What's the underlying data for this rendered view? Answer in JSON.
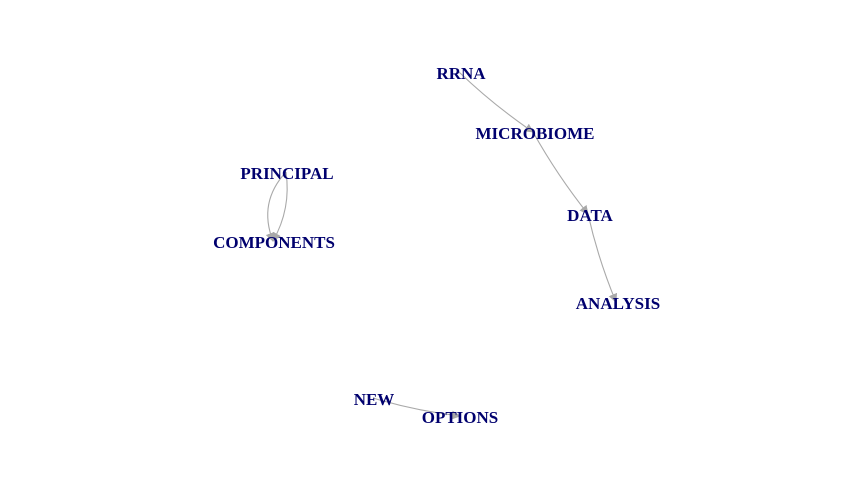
{
  "colors": {
    "node_label": "#00006e",
    "edge": "#a9a9a9",
    "background": "#ffffff"
  },
  "nodes": [
    {
      "id": "rrna",
      "label": "RRNA"
    },
    {
      "id": "microbiome",
      "label": "MICROBIOME"
    },
    {
      "id": "data",
      "label": "DATA"
    },
    {
      "id": "analysis",
      "label": "ANALYSIS"
    },
    {
      "id": "principal",
      "label": "PRINCIPAL"
    },
    {
      "id": "components",
      "label": "COMPONENTS"
    },
    {
      "id": "new",
      "label": "NEW"
    },
    {
      "id": "options",
      "label": "OPTIONS"
    }
  ],
  "edges": [
    {
      "from": "rrna",
      "to": "microbiome"
    },
    {
      "from": "microbiome",
      "to": "data"
    },
    {
      "from": "data",
      "to": "analysis"
    },
    {
      "from": "principal",
      "to": "components"
    },
    {
      "from": "principal",
      "to": "components"
    },
    {
      "from": "new",
      "to": "options"
    }
  ]
}
